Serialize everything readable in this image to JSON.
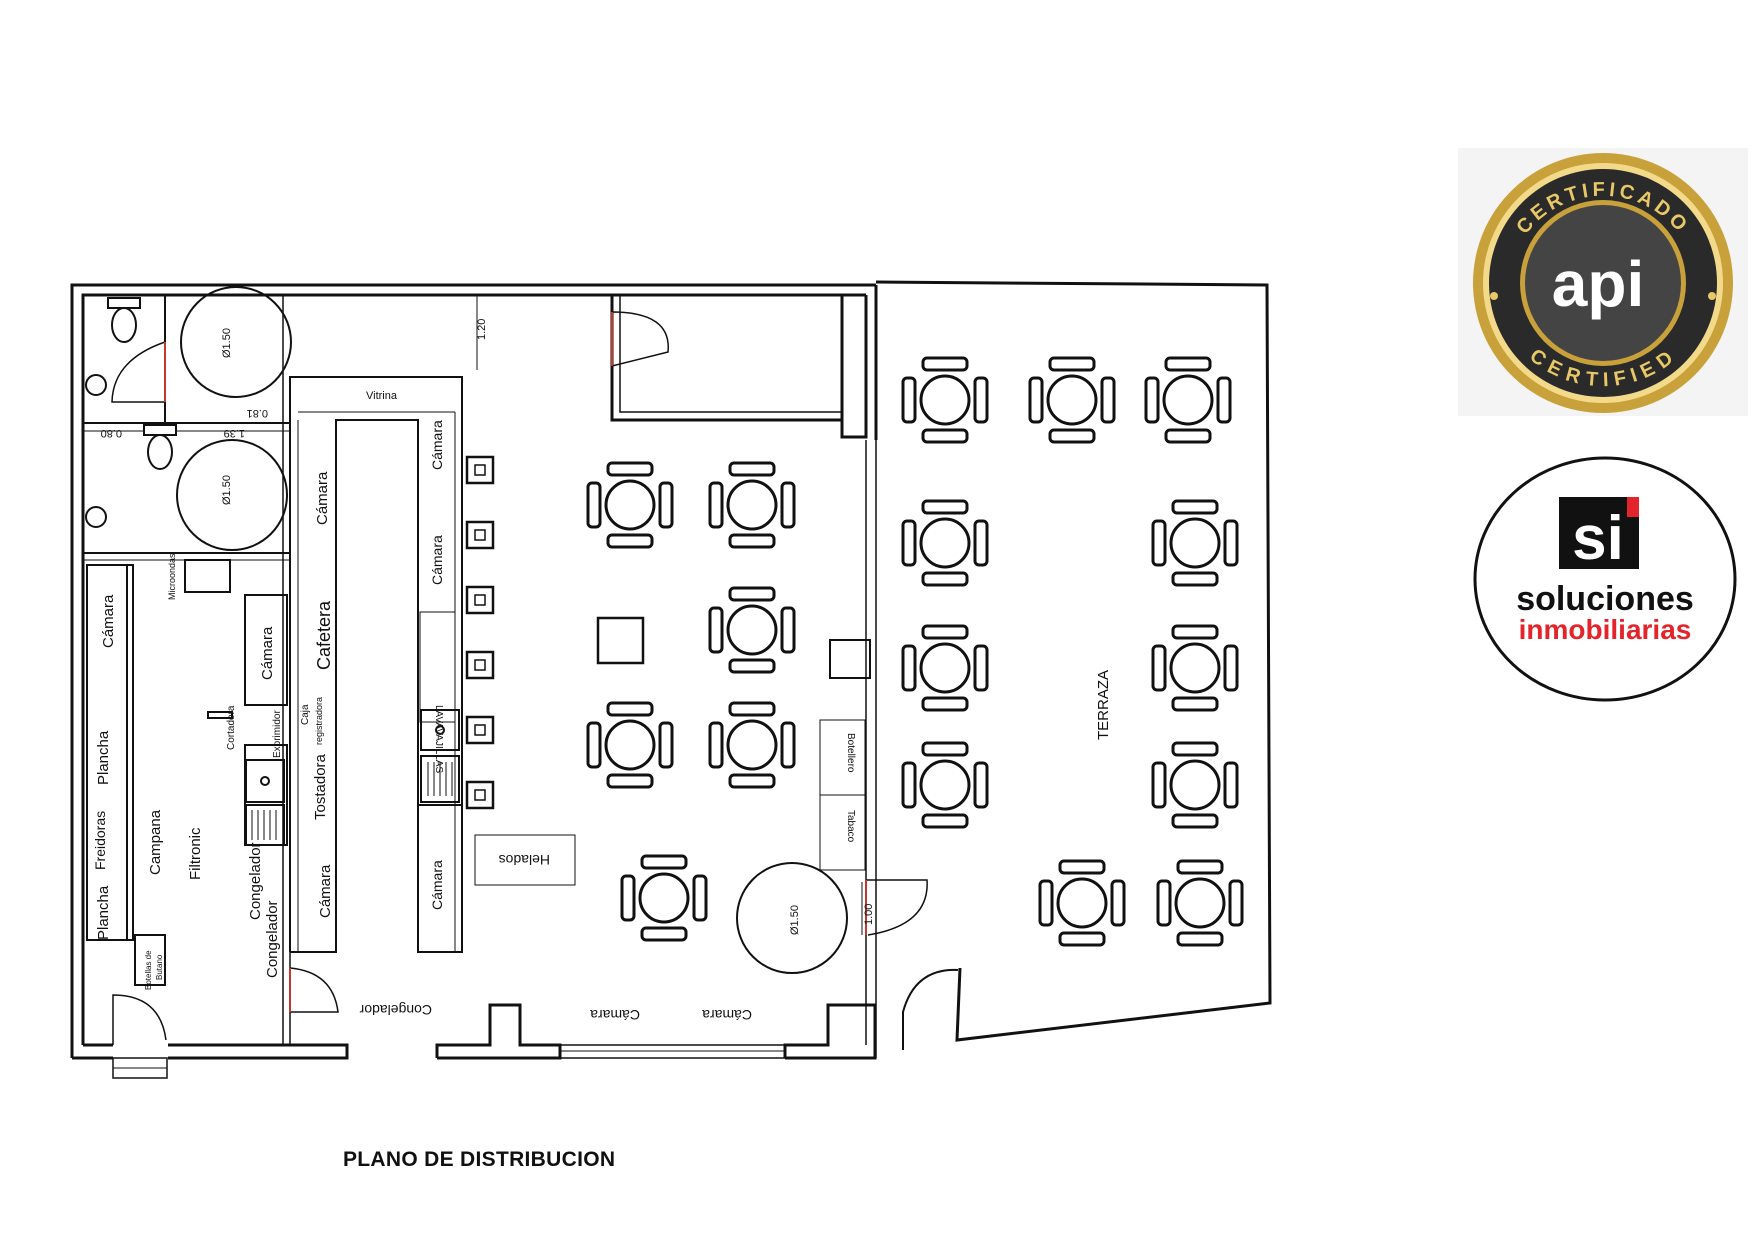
{
  "plan": {
    "title": "PLANO DE DISTRIBUCION",
    "labels": {
      "vitrina": "Vitrina",
      "camara_bar_1": "Cámara",
      "camara_bar_2": "Cámara",
      "camara_bar_3": "Cámara",
      "camara_left_top": "Cámara",
      "camara_left_bottom": "Cámara",
      "camara_kitchen": "Cámara",
      "camara_kitchen_2": "Cámara",
      "lavavajillas": "LAVAVAJILLAS",
      "cafetera": "Cafetera",
      "caja": "Caja",
      "registradora": "registradora",
      "tostadora": "Tostadora",
      "exprimidor": "Exprimidor",
      "cortadora": "Cortadora",
      "microondas": "Microondas",
      "plancha_1": "Plancha",
      "plancha_2": "Plancha",
      "freidoras": "Freidoras",
      "campana": "Campana",
      "filtronic": "Filtronic",
      "congelador_1": "Congelador",
      "congelador_2": "Congelador",
      "congelador_bottom": "Congelador",
      "botellas_1": "Botellas de",
      "botellas_2": "Butano",
      "helados": "Helados",
      "botellero": "Botellero",
      "tabaco": "Tabaco",
      "terraza": "TERRAZA",
      "camara_bottom_1": "Cámara",
      "camara_bottom_2": "Cámara"
    },
    "dimensions": {
      "d120": "1.20",
      "d081": "0.81",
      "d139": "1.39",
      "d080": "0.80",
      "d100": "1.00",
      "diam_1": "Ø1.50",
      "diam_2": "Ø1.50",
      "diam_3": "Ø1.50"
    }
  },
  "logos": {
    "api": {
      "top": "CERTIFICADO",
      "center": "api",
      "bottom": "CERTIFIED",
      "gold": "#c9a13b",
      "dark": "#333333"
    },
    "si": {
      "mark": "si",
      "line1": "soluciones",
      "line2": "inmobiliarias",
      "red": "#e3242b",
      "black": "#111111"
    }
  }
}
